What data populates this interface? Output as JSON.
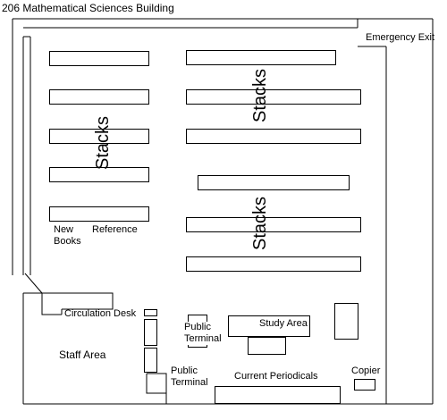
{
  "title": "206 Mathematical Sciences Building",
  "labels": {
    "emergency_exit": "Emergency Exit",
    "new_books_line1": "New",
    "new_books_line2": "Books",
    "reference": "Reference",
    "stacks": "Stacks",
    "circulation_desk": "Circulation Desk",
    "staff_area": "Staff Area",
    "public_terminal_line1": "Public",
    "public_terminal_line2": "Terminal",
    "study_area": "Study Area",
    "current_periodicals": "Current Periodicals",
    "copier": "Copier"
  }
}
